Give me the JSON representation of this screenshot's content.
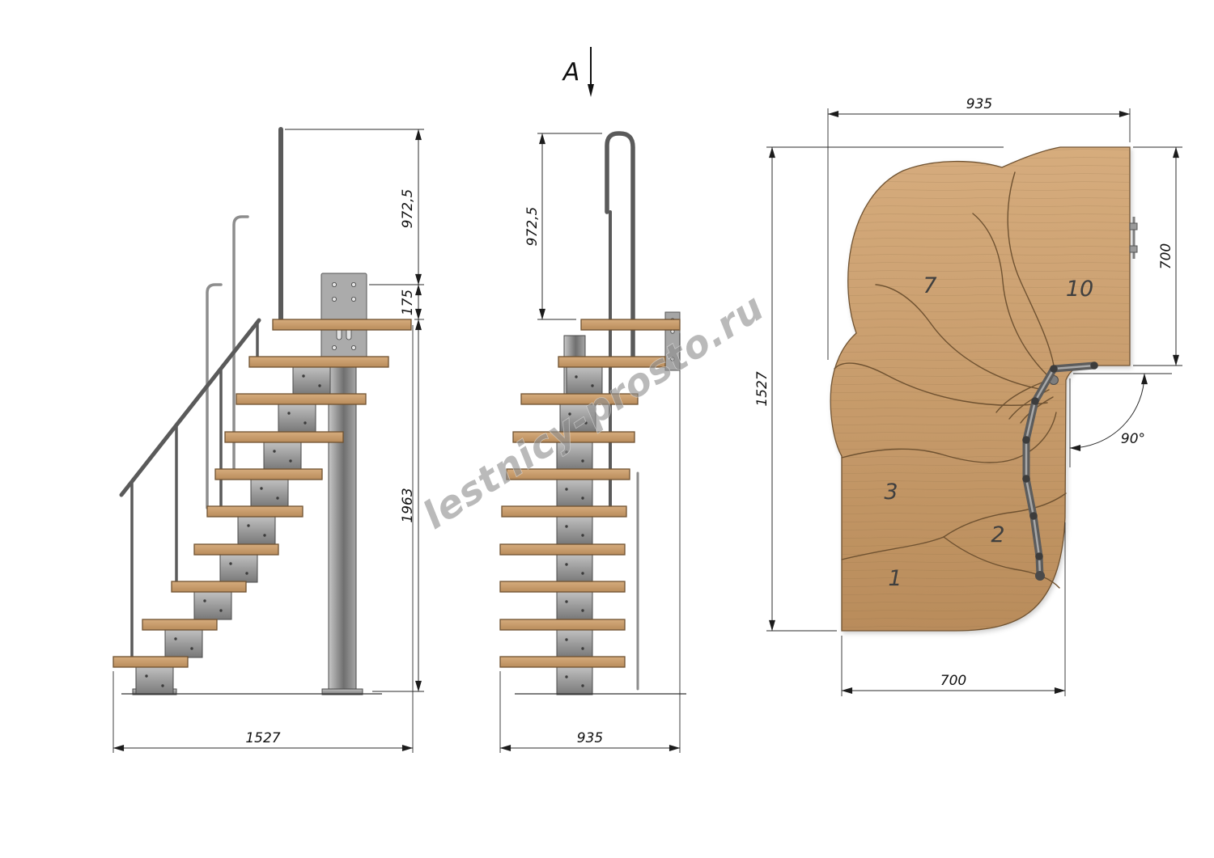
{
  "watermark": "lestnicy-prosto.ru",
  "section_indicator": {
    "label": "A"
  },
  "side_view": {
    "dim_rail_height": "972,5",
    "dim_plate_height": "175",
    "dim_total_rise": "1963",
    "dim_total_run": "1527"
  },
  "front_view": {
    "dim_rail_height": "972,5",
    "dim_width": "935"
  },
  "plan_view": {
    "dim_width": "935",
    "dim_landing_depth": "700",
    "dim_total_depth": "1527",
    "dim_flight_width": "700",
    "dim_turn_angle": "90°",
    "step_numbers": [
      "1",
      "2",
      "3",
      "7",
      "10"
    ]
  },
  "colors": {
    "wood": "#c79a6a",
    "metal": "#8f8f8f",
    "dimension_line": "#222222"
  }
}
